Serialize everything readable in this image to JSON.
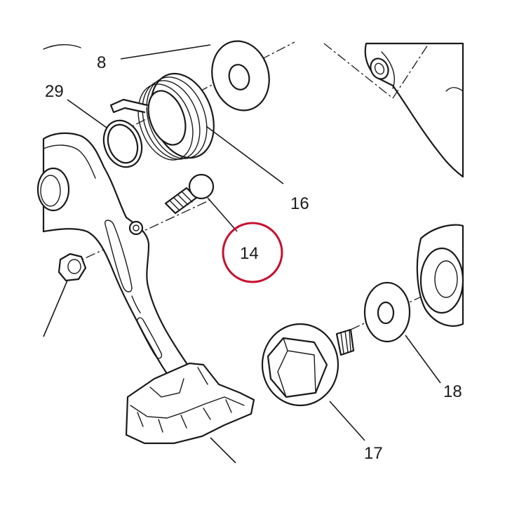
{
  "diagram": {
    "callouts": [
      {
        "id": "8",
        "text": "8"
      },
      {
        "id": "29",
        "text": "29"
      },
      {
        "id": "16",
        "text": "16"
      },
      {
        "id": "14",
        "text": "14"
      },
      {
        "id": "18",
        "text": "18"
      },
      {
        "id": "17",
        "text": "17"
      }
    ],
    "highlighted_callout": "14",
    "highlight_color": "#c8102e",
    "line_color": "#1a1a1a",
    "background": "#ffffff"
  }
}
